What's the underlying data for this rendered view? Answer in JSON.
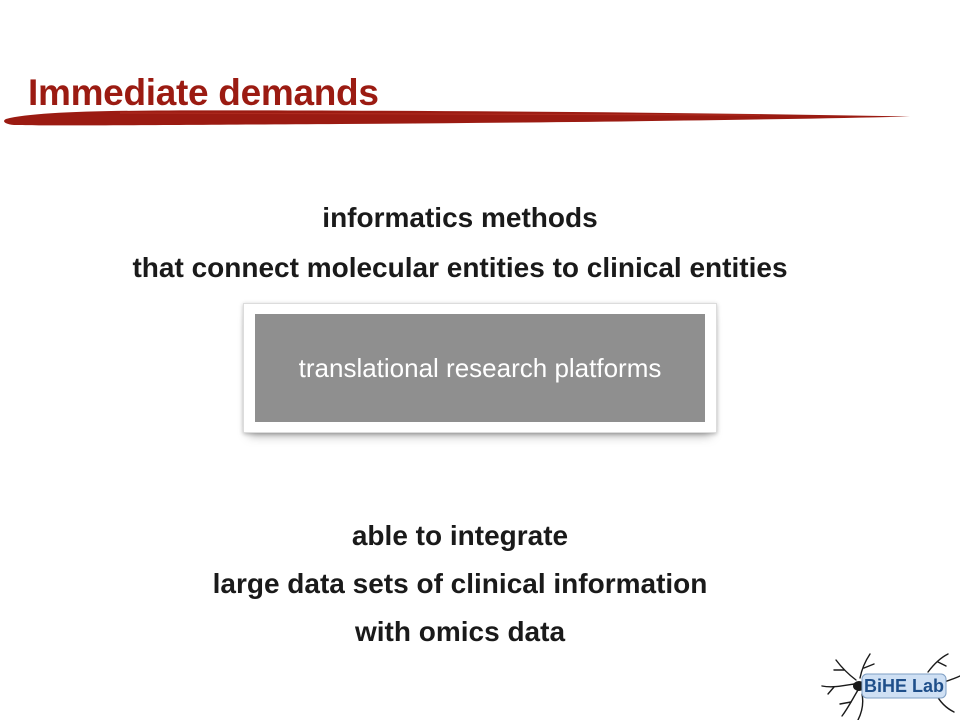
{
  "slide": {
    "title": "Immediate demands",
    "accent_color": "#9b1b12",
    "top_lines": [
      "informatics methods",
      "that connect molecular entities to clinical entities"
    ],
    "platform_label": "translational research platforms",
    "bottom_lines": [
      "able to integrate",
      "large data sets of clinical information",
      "with omics data"
    ]
  },
  "logo": {
    "text": "BiHE Lab"
  }
}
